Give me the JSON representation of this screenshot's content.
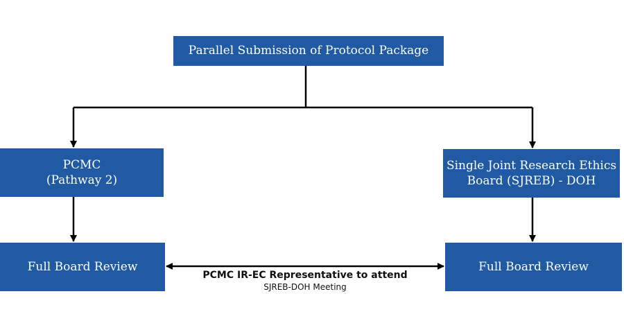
{
  "flowchart": {
    "top_box": {
      "text": "Parallel Submission of Protocol  Package"
    },
    "left_branch": {
      "box_line1": "PCMC",
      "box_line2": "(Pathway 2)",
      "review": "Full Board Review"
    },
    "right_branch": {
      "box_line1": "Single Joint Research Ethics",
      "box_line2": "Board (SJREB) - DOH",
      "review": "Full Board Review"
    },
    "link_note": {
      "line1": "PCMC IR-EC Representative to attend",
      "line2": "SJREB-DOH Meeting"
    }
  },
  "colors": {
    "box_fill": "#1f5aa3",
    "box_text": "#ffffff",
    "connector": "#000000"
  }
}
